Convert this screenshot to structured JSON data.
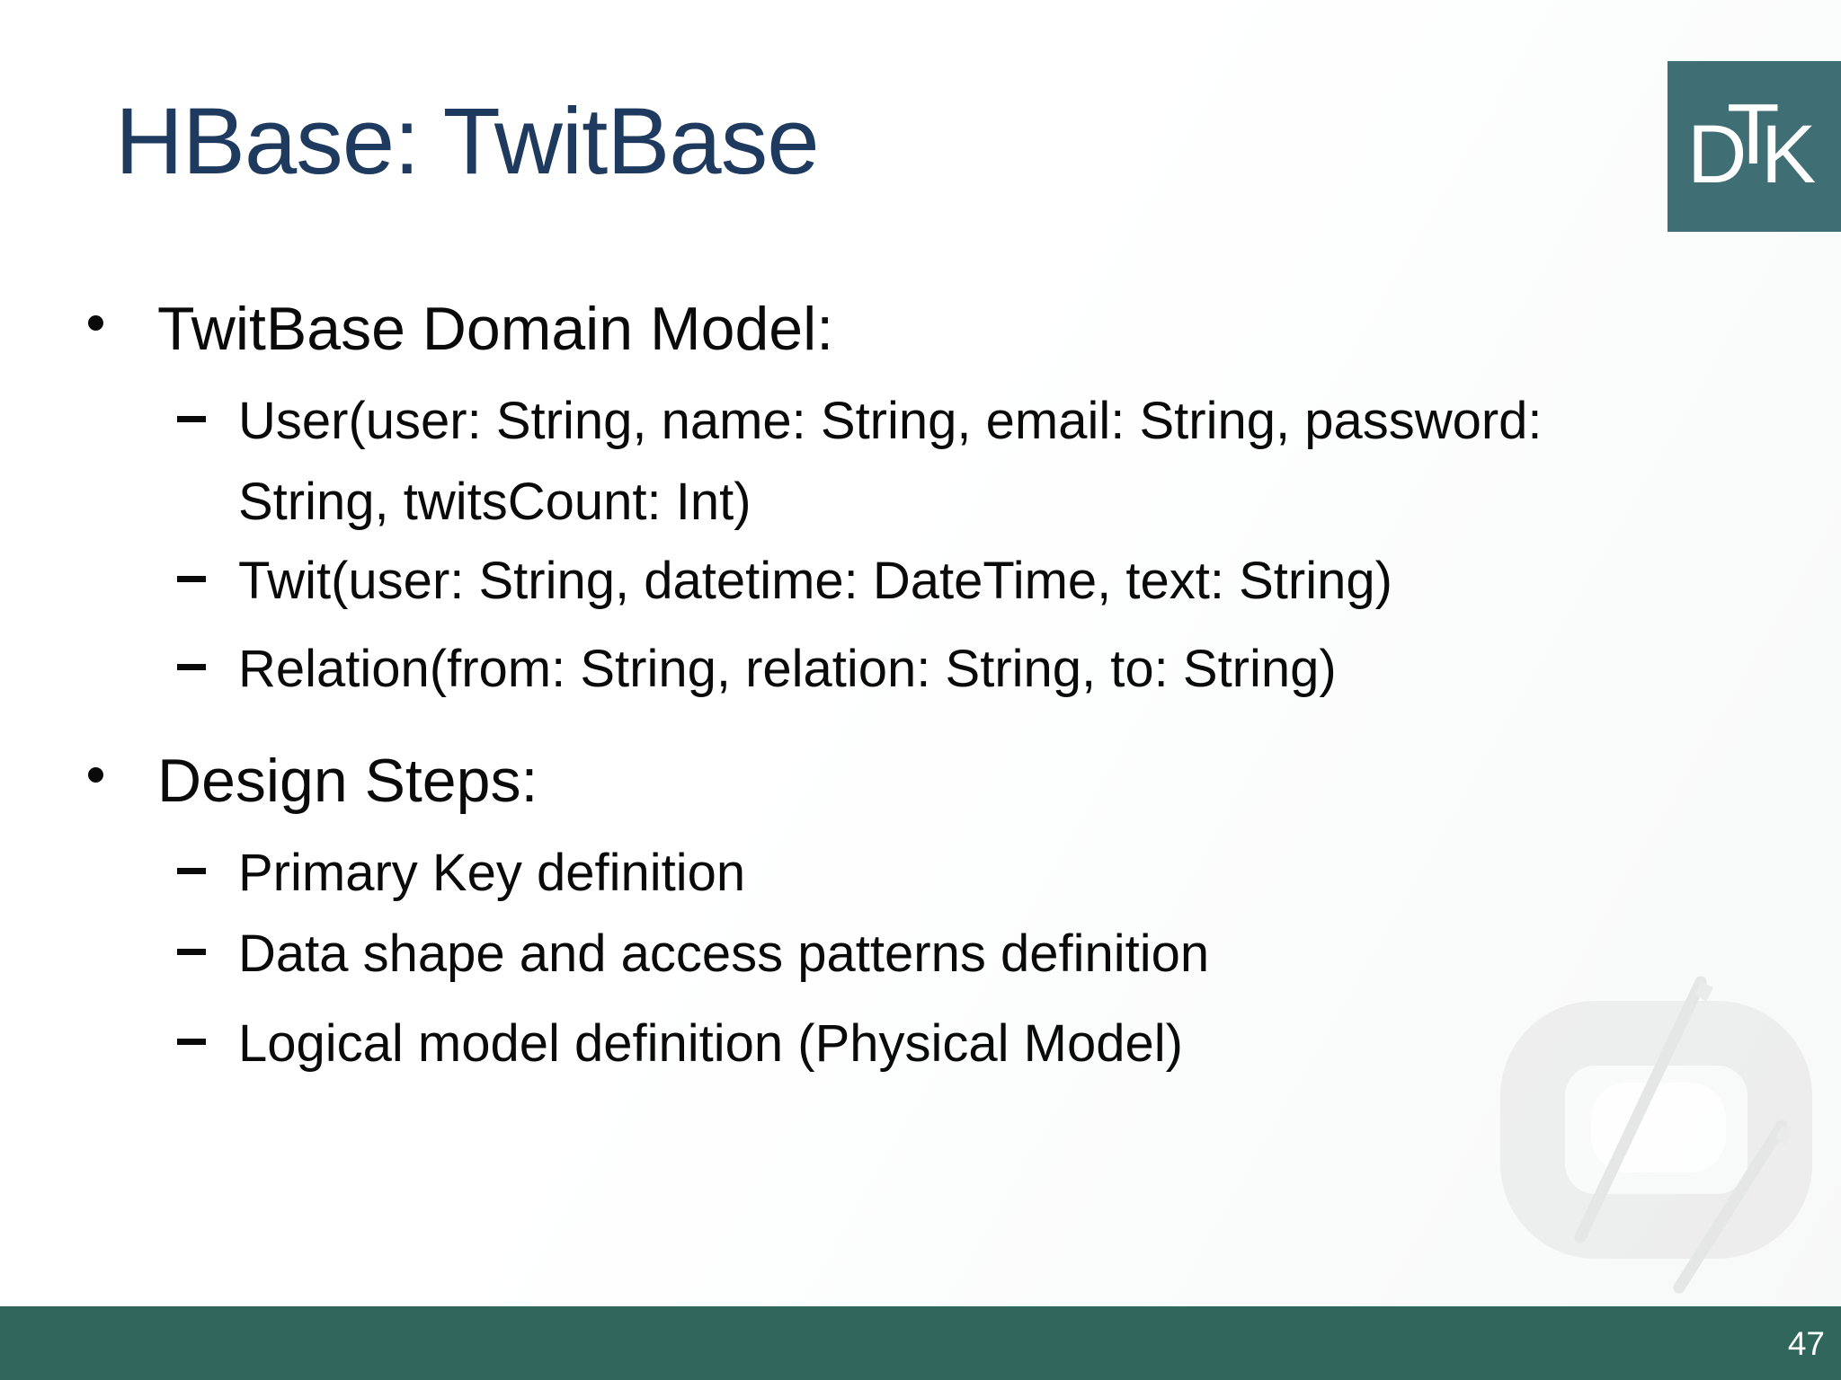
{
  "slide": {
    "title": "HBase: TwitBase",
    "logo": {
      "letter_d": "D",
      "letter_t": "T",
      "letter_k": "K"
    },
    "content": {
      "bullet1": {
        "label": "TwitBase Domain Model:",
        "items": [
          {
            "line1": "User(user: String, name: String, email: String, password:",
            "line2": "String, twitsCount: Int)"
          },
          {
            "line1": "Twit(user: String, datetime: DateTime, text: String)"
          },
          {
            "line1": "Relation(from: String, relation: String, to: String)"
          }
        ]
      },
      "bullet2": {
        "label": "Design Steps:",
        "items": [
          {
            "line1": "Primary Key definition"
          },
          {
            "line1": "Data shape and access patterns definition"
          },
          {
            "line1": "Logical model definition (Physical Model)"
          }
        ]
      }
    },
    "footer": {
      "page_number": "47"
    },
    "colors": {
      "title_navy": "#1f3a5f",
      "logo_teal": "#3f6e74",
      "footer_green": "#30665b",
      "body_text": "#0a0a0a",
      "watermark_gray": "#ececec"
    }
  }
}
